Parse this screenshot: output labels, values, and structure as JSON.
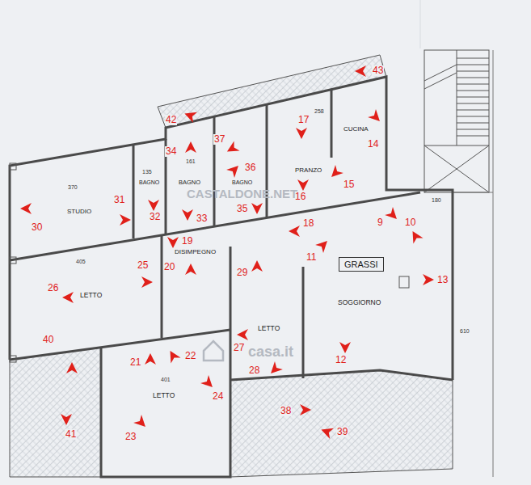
{
  "diagram": {
    "nodes": [
      {
        "text": [
          "BAGNO"
        ]
      },
      {
        "text": [
          "BAGNO"
        ]
      },
      {
        "text": [
          "BAGNO"
        ]
      },
      {
        "text": [
          "PRANZO"
        ]
      },
      {
        "text": [
          "CUCINA"
        ]
      },
      {
        "text": [
          "STUDIO"
        ]
      },
      {
        "text": [
          "DISIMPEGNO"
        ]
      },
      {
        "text": [
          "GRASSI"
        ]
      },
      {
        "text": [
          "LETTO"
        ]
      },
      {
        "text": [
          "SOGGIORNO"
        ]
      },
      {
        "text": [
          "LETTO"
        ]
      },
      {
        "text": [
          "LETTO"
        ]
      }
    ],
    "labels": [
      "43",
      "42",
      "17",
      "14",
      "37",
      "34",
      "36",
      "15",
      "16",
      "31",
      "32",
      "35",
      "30",
      "18",
      "9",
      "10",
      "33",
      "19",
      "11",
      "20",
      "25",
      "29",
      "13",
      "26",
      "40",
      "22",
      "21",
      "27",
      "12",
      "28",
      "24",
      "38",
      "39",
      "41",
      "23",
      "370",
      "135",
      "161",
      "258",
      "180",
      "405",
      "401",
      "610",
      "CASTALDONE.NET",
      "casa.it"
    ]
  }
}
